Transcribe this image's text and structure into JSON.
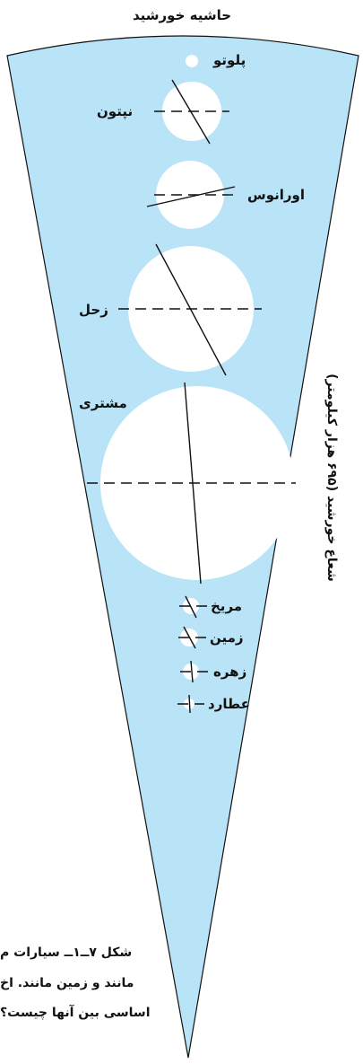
{
  "title": "حاشیه خورشید",
  "radius_label": "شعاع خورشید (۶۹۵ هزار کیلومتر)",
  "colors": {
    "sun": "#b9e3f7",
    "planet": "#ffffff",
    "ink": "#111111"
  },
  "planets": [
    {
      "key": "pluto",
      "label": "پلوتو"
    },
    {
      "key": "neptune",
      "label": "نپتون"
    },
    {
      "key": "uranus",
      "label": "اورانوس"
    },
    {
      "key": "saturn",
      "label": "زحل"
    },
    {
      "key": "jupiter",
      "label": "مشتری"
    },
    {
      "key": "mars",
      "label": "مریخ"
    },
    {
      "key": "earth",
      "label": "زمین"
    },
    {
      "key": "venus",
      "label": "زهره"
    },
    {
      "key": "mercury",
      "label": "عطارد"
    }
  ],
  "caption": {
    "line1": "شکل ۷ــ۱ــ سیارات م",
    "line2": "مانند و زمین مانند. اخ",
    "line3": "اساسی بین آنها چیست؟"
  }
}
